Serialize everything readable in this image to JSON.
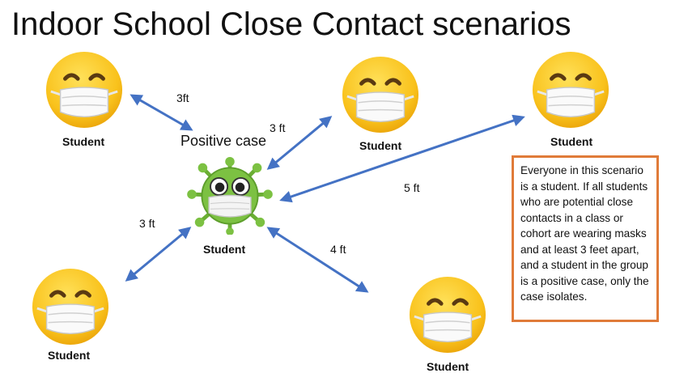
{
  "title": "Indoor School Close Contact scenarios",
  "positive_case_label": "Positive case",
  "student_label": "Student",
  "distances": {
    "top_left": "3ft",
    "top_middle": "3 ft",
    "top_right": "5 ft",
    "bottom_left": "3 ft",
    "bottom_right": "4 ft"
  },
  "note": "Everyone in this scenario is a student. If all students who are potential close contacts in a class or cohort are wearing masks and at least 3 feet apart, and a student in the group is a positive case, only the case isolates.",
  "colors": {
    "arrow": "#4472c4",
    "note_border": "#e07b39",
    "emoji_face": "#f7c01e",
    "virus": "#7cc142"
  },
  "icons": {
    "student": "masked-face-icon",
    "positive_case": "masked-virus-icon"
  }
}
